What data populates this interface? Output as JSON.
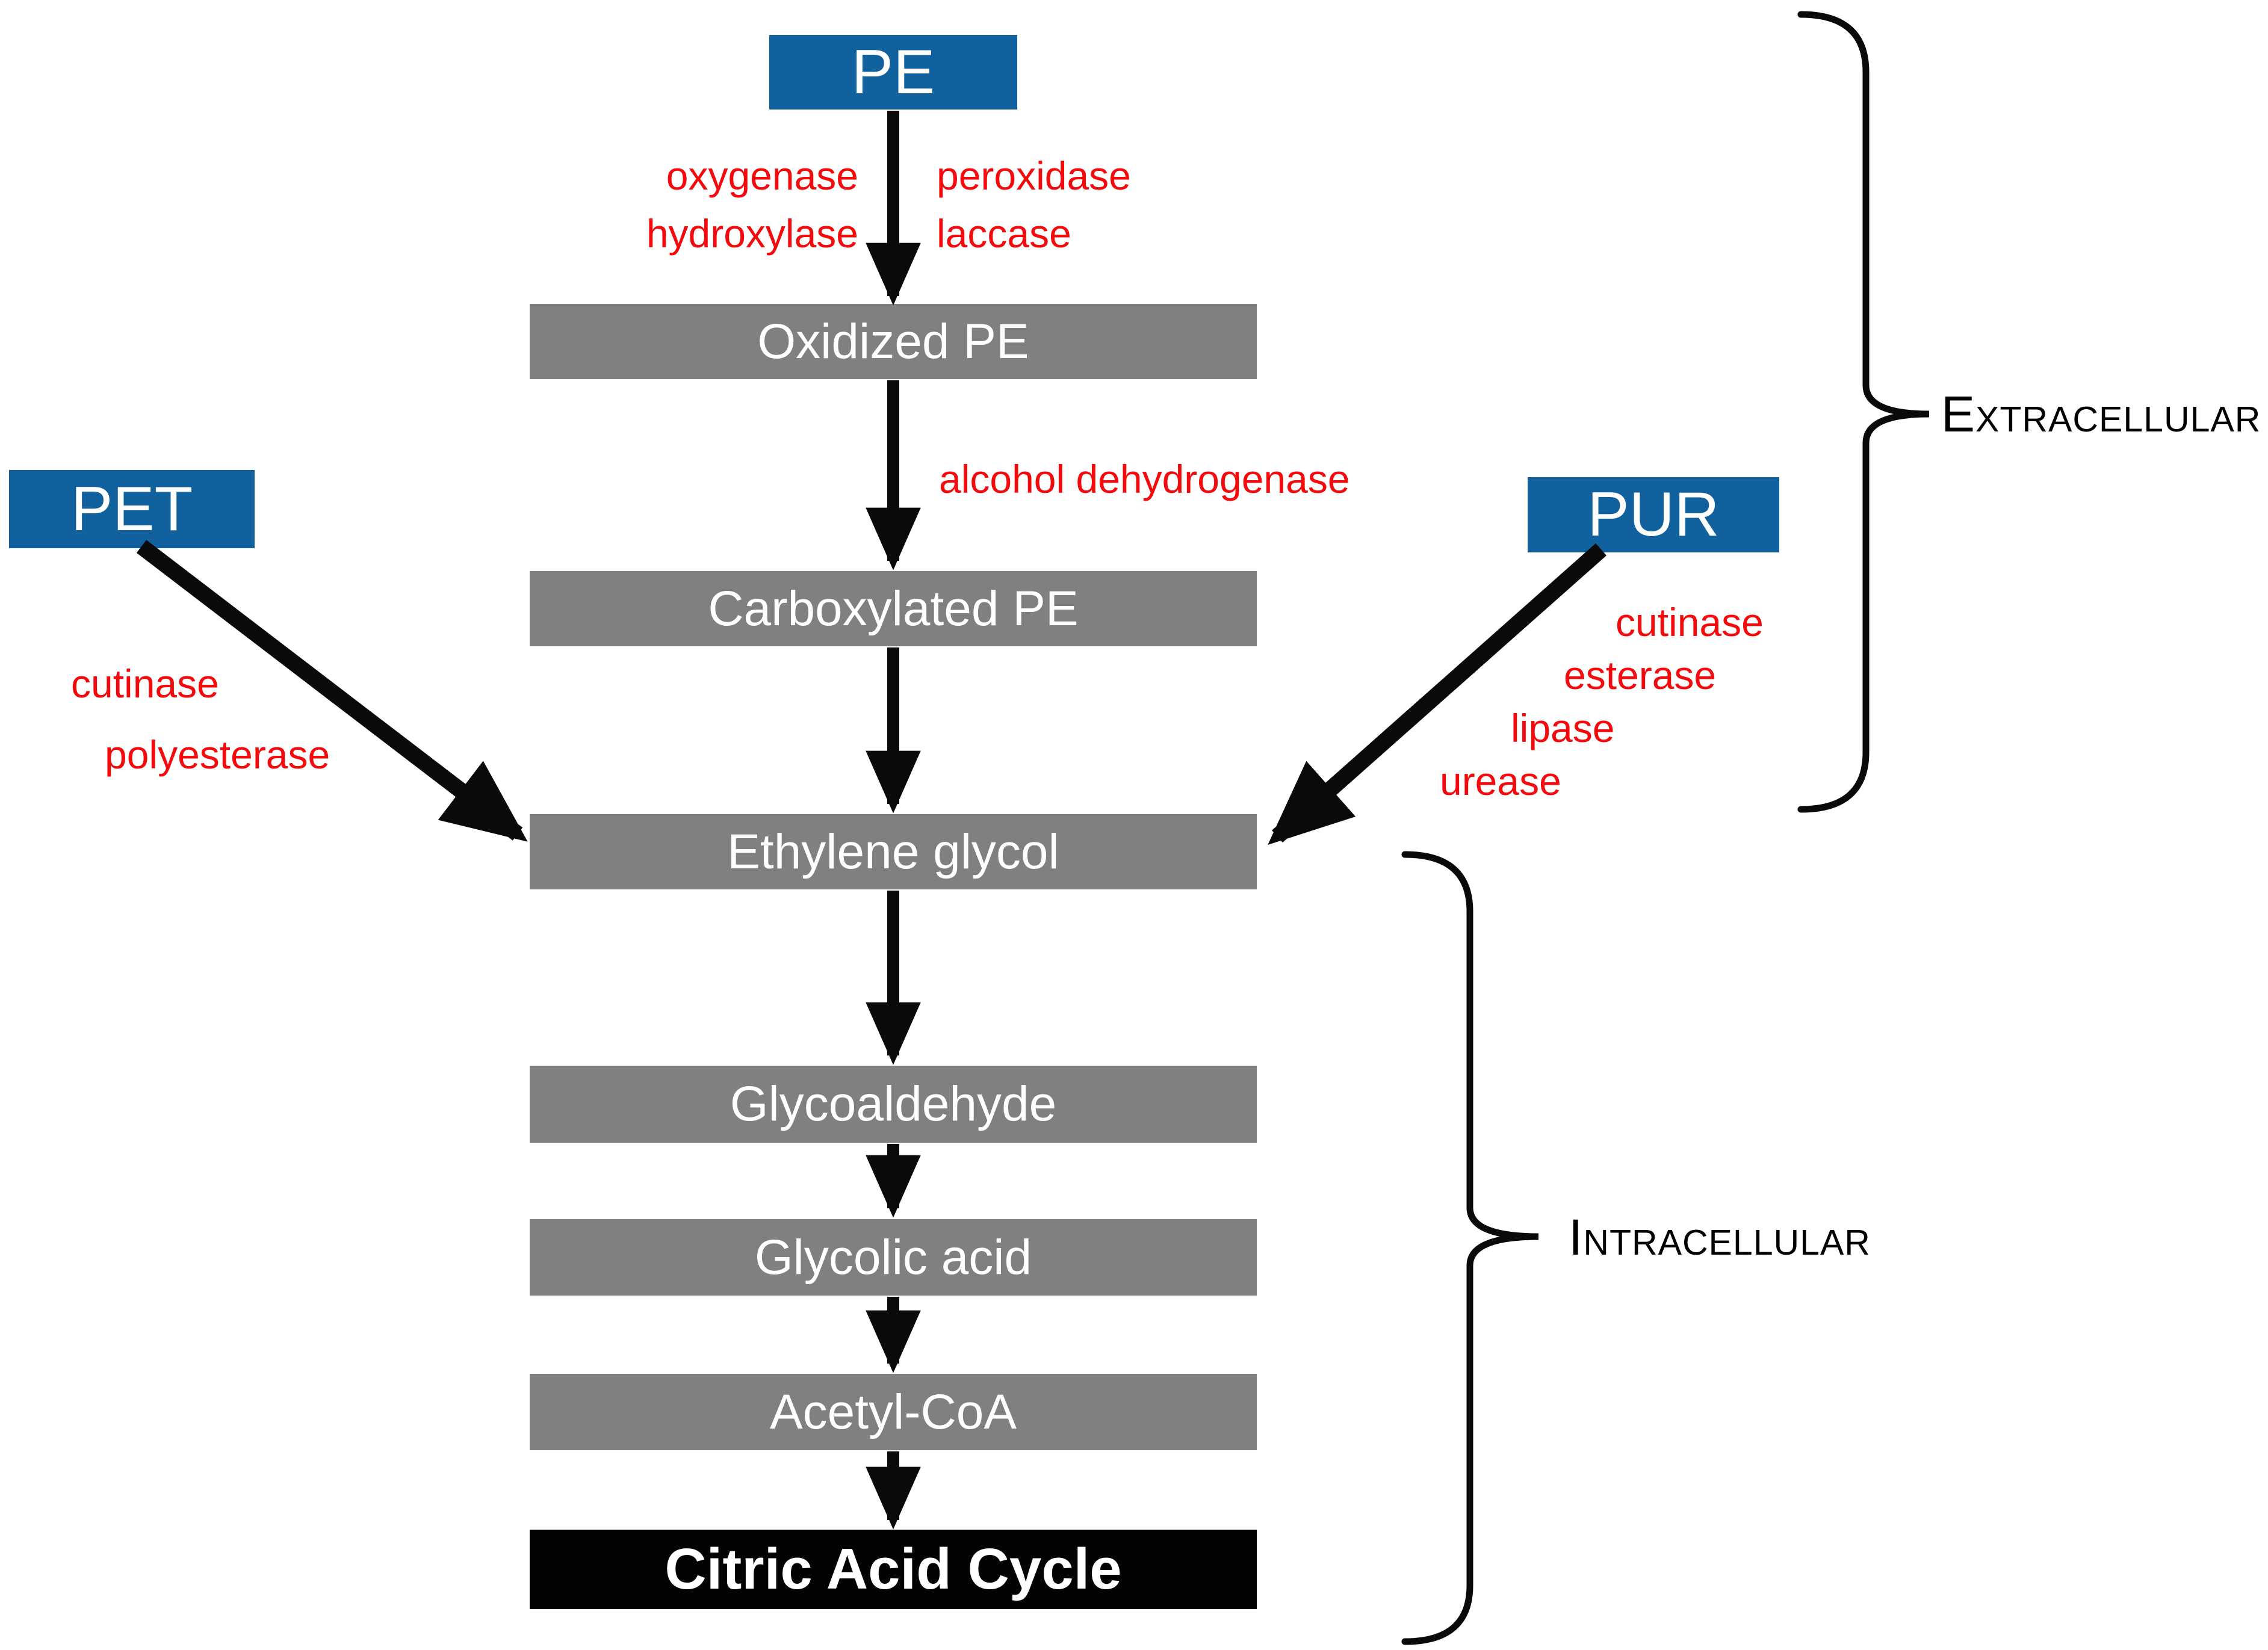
{
  "nodes": {
    "pe": {
      "label": "PE"
    },
    "oxidized_pe": {
      "label": "Oxidized PE"
    },
    "carboxylated_pe": {
      "label": "Carboxylated PE"
    },
    "ethylene_glycol": {
      "label": "Ethylene glycol"
    },
    "glycoaldehyde": {
      "label": "Glycoaldehyde"
    },
    "glycolic_acid": {
      "label": "Glycolic acid"
    },
    "acetyl_coa": {
      "label": "Acetyl-CoA"
    },
    "citric_acid_cycle": {
      "label": "Citric Acid Cycle"
    },
    "pet": {
      "label": "PET"
    },
    "pur": {
      "label": "PUR"
    }
  },
  "enzymes": {
    "pe_arrow_left": [
      "oxygenase",
      "hydroxylase"
    ],
    "pe_arrow_right": [
      "peroxidase",
      "laccase"
    ],
    "oxidized_to_carboxylated": "alcohol dehydrogenase",
    "pet_arrow": [
      "cutinase",
      "polyesterase"
    ],
    "pur_arrow": [
      "cutinase",
      "esterase",
      "lipase",
      "urease"
    ]
  },
  "regions": {
    "extracellular": "Extracellular",
    "intracellular": "Intracellular"
  },
  "colors": {
    "node_blue": "#10619e",
    "node_gray": "#808081",
    "node_black": "#030303",
    "enzyme_red": "#f40a0c",
    "line_black": "#0a0a0a",
    "node_text": "#ffffff",
    "background": "#ffffff"
  }
}
